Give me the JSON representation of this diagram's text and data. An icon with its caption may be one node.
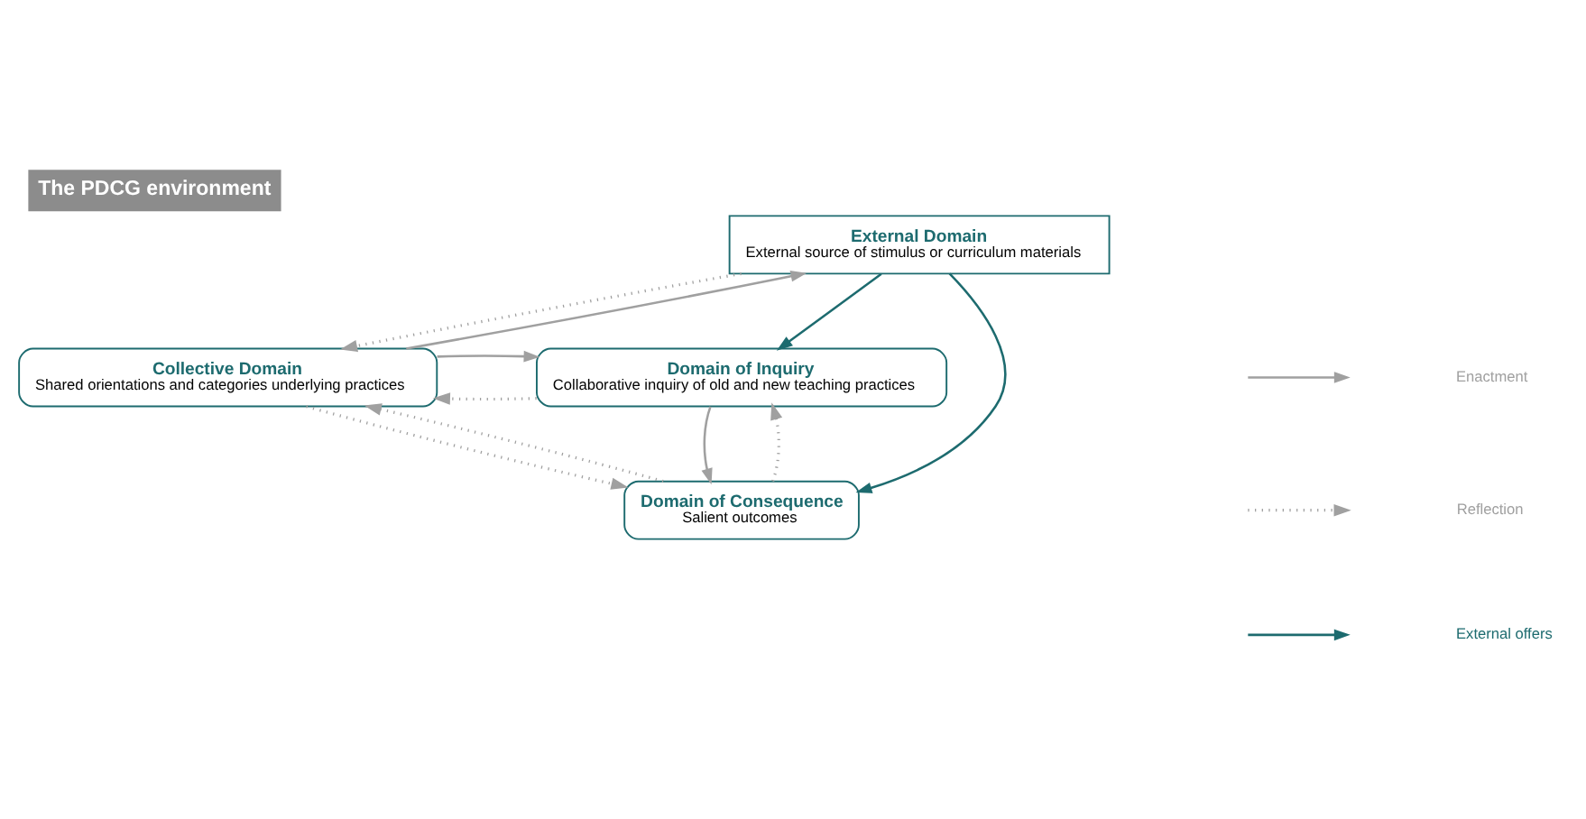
{
  "diagram": {
    "title": "The PDCG environment",
    "nodes": [
      {
        "text": [
          "External Domain",
          "External source of stimulus or curriculum materials"
        ]
      },
      {
        "text": [
          "Collective Domain",
          "Shared orientations and categories underlying practices"
        ]
      },
      {
        "text": [
          "Domain of Inquiry",
          "Collaborative inquiry of old and new teaching practices"
        ]
      },
      {
        "text": [
          "Domain of Consequence",
          "Salient outcomes"
        ]
      }
    ],
    "edges": [
      {
        "from": 0,
        "to": 1,
        "arrow": "to",
        "style": "dashed"
      },
      {
        "from": 1,
        "to": 0,
        "arrow": "to"
      },
      {
        "from": 0,
        "to": 2,
        "arrow": "to",
        "color": "#1d6b6f"
      },
      {
        "from": 0,
        "to": 3,
        "arrow": "to",
        "color": "#1d6b6f"
      },
      {
        "from": 2,
        "to": 1,
        "arrow": "to",
        "style": "dashed"
      },
      {
        "from": 1,
        "to": 2,
        "arrow": "to"
      },
      {
        "from": 1,
        "to": 3,
        "arrow": "to",
        "style": "dashed"
      },
      {
        "from": 3,
        "to": 1,
        "arrow": "to",
        "style": "dashed"
      },
      {
        "from": 3,
        "to": 2,
        "arrow": "to",
        "style": "dashed"
      },
      {
        "from": 2,
        "to": 3,
        "arrow": "to"
      }
    ],
    "legend": [
      {
        "text": "Enactment"
      },
      {
        "text": "Reflection"
      },
      {
        "text": "External offers"
      }
    ]
  }
}
